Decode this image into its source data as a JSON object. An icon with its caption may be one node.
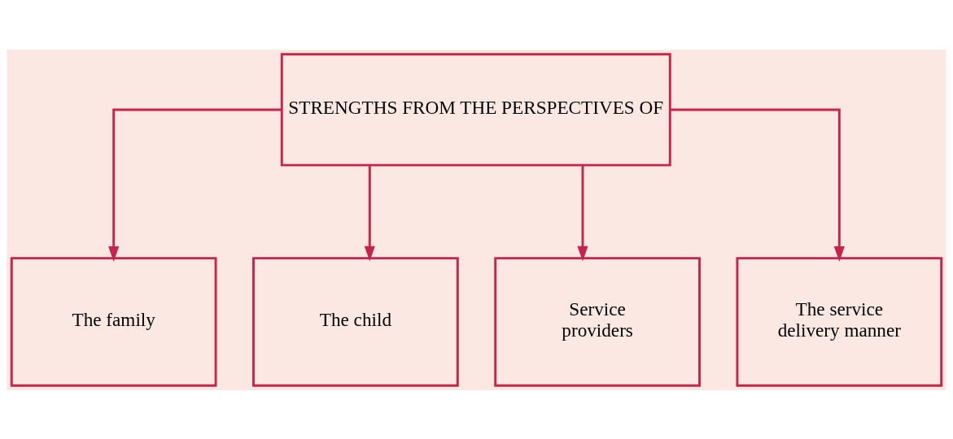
{
  "diagram": {
    "nodes": [
      {
        "text": [
          "STRENGTHS FROM THE PERSPECTIVES OF"
        ]
      },
      {
        "text": [
          "The family"
        ]
      },
      {
        "text": [
          "The child"
        ]
      },
      {
        "text": [
          "Service providers"
        ]
      },
      {
        "text": [
          "The service delivery manner"
        ]
      }
    ],
    "edges": [
      {
        "from": 0,
        "to": 1,
        "arrow": "to"
      },
      {
        "from": 0,
        "to": 2,
        "arrow": "to"
      },
      {
        "from": 0,
        "to": 3,
        "arrow": "to"
      },
      {
        "from": 0,
        "to": 4,
        "arrow": "to"
      }
    ]
  }
}
